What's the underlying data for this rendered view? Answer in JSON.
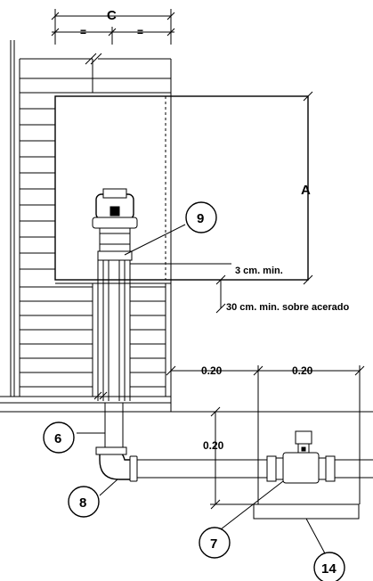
{
  "dimensions": {
    "C": "C",
    "equal_left": "=",
    "equal_right": "=",
    "A": "A",
    "min_3cm": "3 cm. min.",
    "min_30cm": "30 cm. min. sobre acerado",
    "h_020_left": "0.20",
    "h_020_right": "0.20",
    "v_020": "0.20"
  },
  "callouts": {
    "c9": "9",
    "c6": "6",
    "c8": "8",
    "c7": "7",
    "c14": "14"
  }
}
